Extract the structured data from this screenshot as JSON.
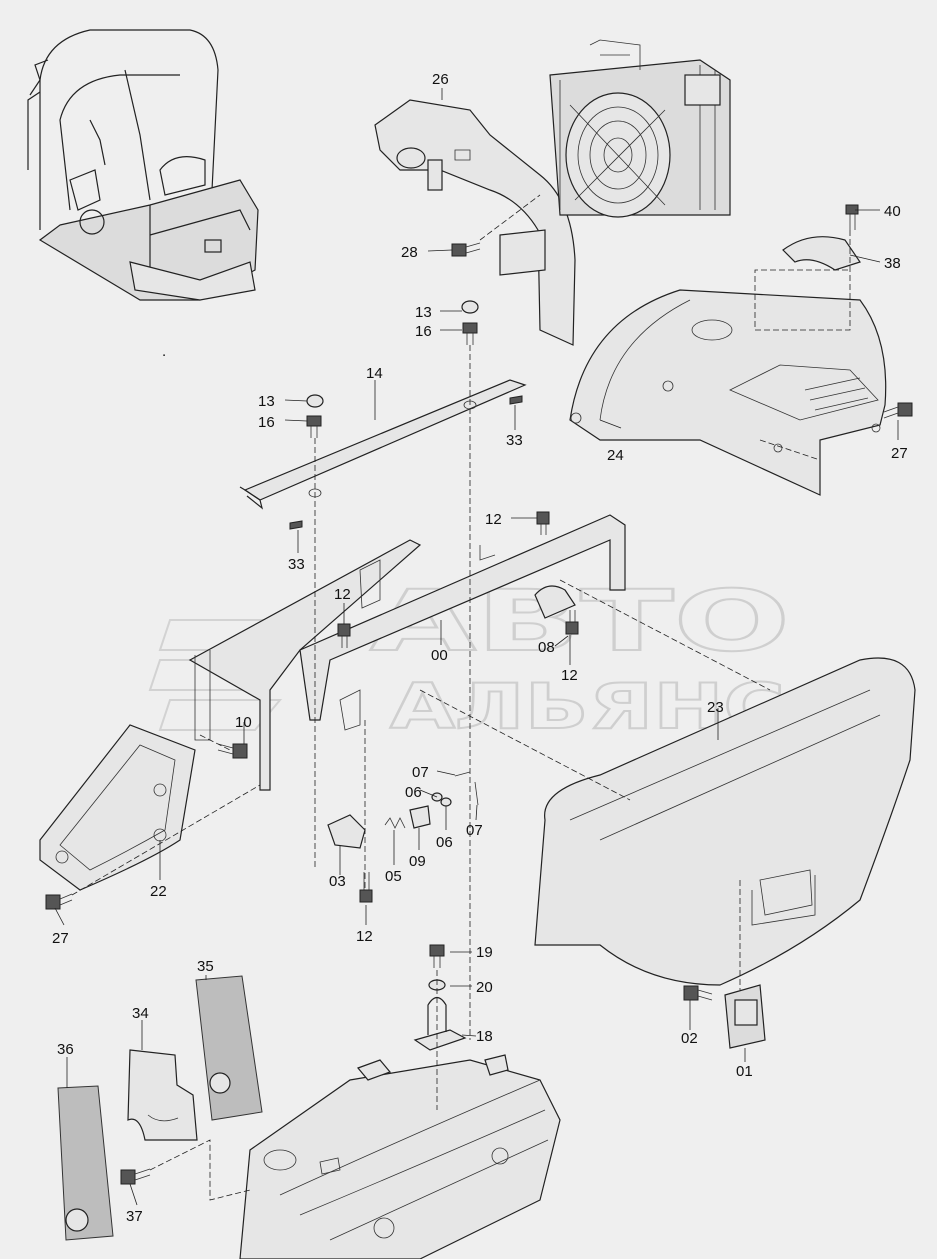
{
  "colors": {
    "background": "#efefef",
    "line": "#222222",
    "watermark": "#cfcfcf"
  },
  "watermark": {
    "line1": "АВТО",
    "line2": "АЛЬЯНС"
  },
  "callouts": [
    {
      "id": "c26",
      "text": "26"
    },
    {
      "id": "c40",
      "text": "40"
    },
    {
      "id": "c38",
      "text": "38"
    },
    {
      "id": "c28",
      "text": "28"
    },
    {
      "id": "c13a",
      "text": "13"
    },
    {
      "id": "c16a",
      "text": "16"
    },
    {
      "id": "c14",
      "text": "14"
    },
    {
      "id": "c13b",
      "text": "13"
    },
    {
      "id": "c16b",
      "text": "16"
    },
    {
      "id": "c33a",
      "text": "33"
    },
    {
      "id": "c24",
      "text": "24"
    },
    {
      "id": "c27a",
      "text": "27"
    },
    {
      "id": "c12a",
      "text": "12"
    },
    {
      "id": "c33b",
      "text": "33"
    },
    {
      "id": "c12b",
      "text": "12"
    },
    {
      "id": "c00",
      "text": "00"
    },
    {
      "id": "c08",
      "text": "08"
    },
    {
      "id": "c12c",
      "text": "12"
    },
    {
      "id": "c23",
      "text": "23"
    },
    {
      "id": "c10",
      "text": "10"
    },
    {
      "id": "c07a",
      "text": "07"
    },
    {
      "id": "c06a",
      "text": "06"
    },
    {
      "id": "c06b",
      "text": "06"
    },
    {
      "id": "c07b",
      "text": "07"
    },
    {
      "id": "c22",
      "text": "22"
    },
    {
      "id": "c03",
      "text": "03"
    },
    {
      "id": "c05",
      "text": "05"
    },
    {
      "id": "c09",
      "text": "09"
    },
    {
      "id": "c27b",
      "text": "27"
    },
    {
      "id": "c12d",
      "text": "12"
    },
    {
      "id": "c19",
      "text": "19"
    },
    {
      "id": "c20",
      "text": "20"
    },
    {
      "id": "c35",
      "text": "35"
    },
    {
      "id": "c34",
      "text": "34"
    },
    {
      "id": "c18",
      "text": "18"
    },
    {
      "id": "c36",
      "text": "36"
    },
    {
      "id": "c02",
      "text": "02"
    },
    {
      "id": "c01",
      "text": "01"
    },
    {
      "id": "c37",
      "text": "37"
    }
  ]
}
